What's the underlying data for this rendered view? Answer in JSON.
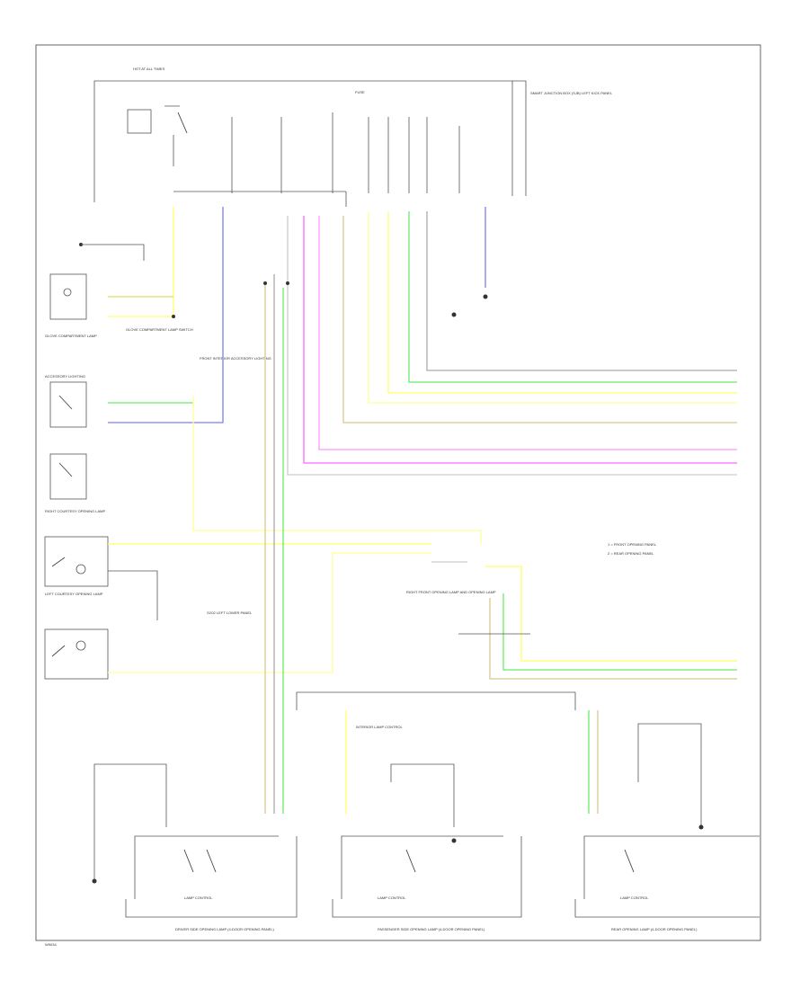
{
  "colors": {
    "yellow": "#ffff66",
    "green": "#66ee66",
    "blue": "#7f7ff0",
    "pink": "#ff66ff",
    "gray": "#aaaaaa",
    "tan": "#d8c890",
    "lightgray": "#cccccc",
    "frame": "#555555"
  },
  "labels": {
    "hot_at_all_times": "HOT AT ALL TIMES",
    "fuse_block": "FUSE",
    "fuse_block_desc": "SMART JUNCTION BOX (SJB) LEFT KICK PANEL",
    "glove_lamp": "GLOVE COMPARTMENT LAMP",
    "glove_switch": "GLOVE COMPARTMENT LAMP SWITCH",
    "acc_lighting": "ACCESSORY LIGHTING",
    "front_interior": "FRONT INTERIOR ACCESSORY LIGHTING",
    "left_courtesy": "LEFT COURTESY OPENING LAMP",
    "right_courtesy": "RIGHT COURTESY OPENING LAMP",
    "g202": "G202 LEFT LOWER PANEL",
    "legend_1": "1 = FRONT OPENING PANEL",
    "legend_2": "2 = REAR OPENING PANEL",
    "front_opening_note": "RIGHT FRONT OPENING LAMP AND OPENING LAMP",
    "interior_note": "INTERIOR LAMP CONTROL",
    "driver_lamp": "DRIVER SIDE OPENING LAMP (4-DOOR OPENING PANEL)",
    "passenger_lamp": "PASSENGER SIDE OPENING LAMP (4-DOOR OPENING PANEL)",
    "rear_lamp": "REAR OPENING LAMP (4-DOOR OPENING PANEL)",
    "lamp_control": "LAMP CONTROL",
    "footer_code": "W9034"
  }
}
